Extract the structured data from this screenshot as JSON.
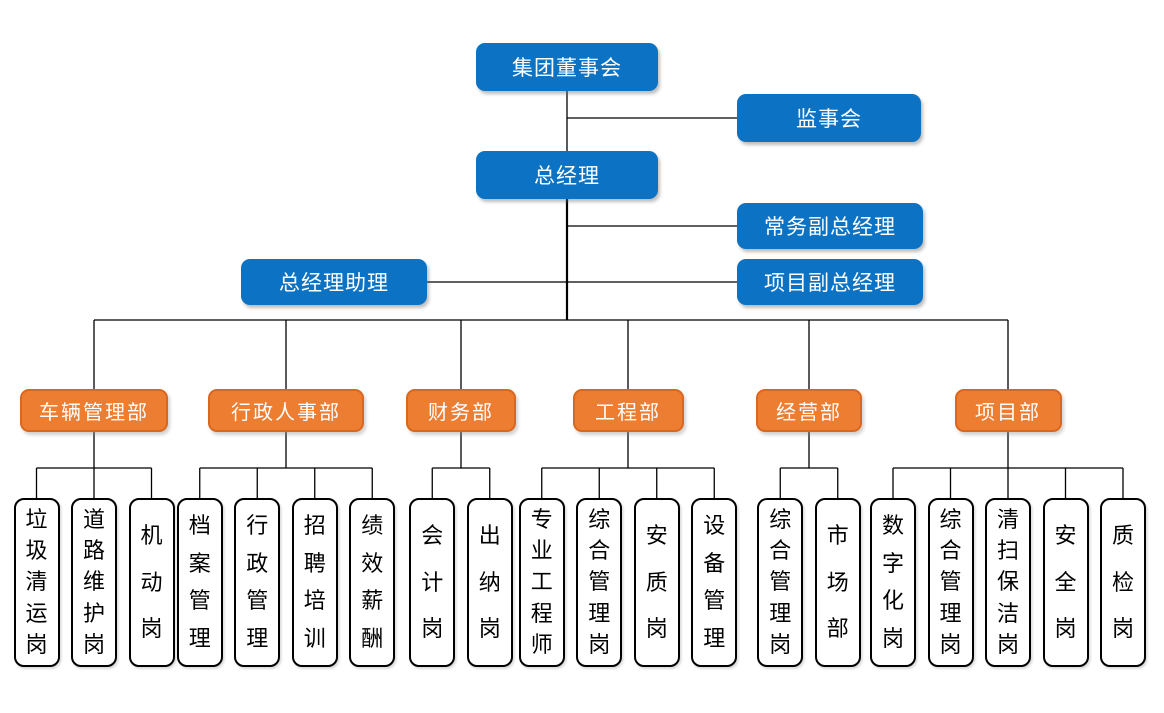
{
  "colors": {
    "primary_blue": "#0C72C3",
    "accent_orange": "#ED7D31",
    "orange_border": "#D9671E",
    "line_color": "#000000",
    "leaf_bg": "#FFFFFF",
    "leaf_border": "#000000"
  },
  "org": {
    "board": {
      "label": "集团董事会"
    },
    "supervisory": {
      "label": "监事会"
    },
    "general_manager": {
      "label": "总经理"
    },
    "executive_deputy_gm": {
      "label": "常务副总经理"
    },
    "gm_assistant": {
      "label": "总经理助理"
    },
    "project_deputy_gm": {
      "label": "项目副总经理"
    },
    "departments": [
      {
        "label": "车辆管理部",
        "positions": [
          "垃圾清运岗",
          "道路维护岗",
          "机动岗"
        ]
      },
      {
        "label": "行政人事部",
        "positions": [
          "档案管理",
          "行政管理",
          "招聘培训",
          "绩效薪酬"
        ]
      },
      {
        "label": "财务部",
        "positions": [
          "会计岗",
          "出纳岗"
        ]
      },
      {
        "label": "工程部",
        "positions": [
          "专业工程师",
          "综合管理岗",
          "安质岗",
          "设备管理"
        ]
      },
      {
        "label": "经营部",
        "positions": [
          "综合管理岗",
          "市场部"
        ]
      },
      {
        "label": "项目部",
        "positions": [
          "数字化岗",
          "综合管理岗",
          "清扫保洁岗",
          "安全岗",
          "质检岗"
        ]
      }
    ]
  }
}
